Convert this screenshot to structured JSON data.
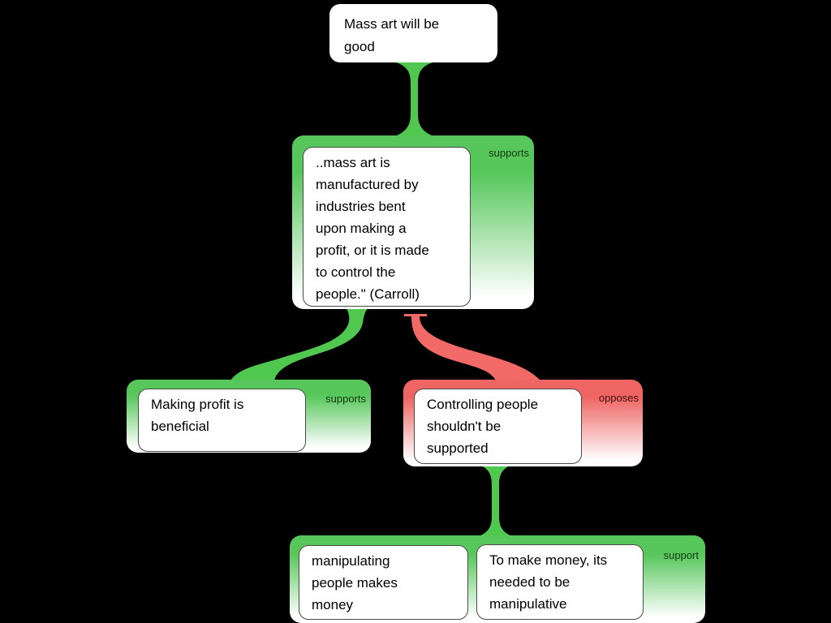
{
  "colors": {
    "background": "#000000",
    "green": "#57c75c",
    "green_connector": "#50c850",
    "red": "#ee6563",
    "red_connector": "#f26a68",
    "label_green": "#16380f",
    "label_red": "#431010",
    "box_border": "#4a4a4a"
  },
  "diagram": {
    "root": {
      "text": "Mass art will be\ngood"
    },
    "children": [
      {
        "relation": "supports",
        "node": {
          "text": "..mass art is\nmanufactured by\nindustries bent\nupon making a\nprofit, or it is made\nto control the\npeople.\" (Carroll)"
        },
        "children": [
          {
            "relation": "supports",
            "node": {
              "text": "Making profit is\nbeneficial"
            }
          },
          {
            "relation": "opposes",
            "node": {
              "text": "Controlling people\nshouldn't be\nsupported"
            },
            "children": [
              {
                "relation": "support",
                "nodes": [
                  {
                    "text": "manipulating\npeople makes\nmoney"
                  },
                  {
                    "text": "To make money, its\nneeded to be\nmanipulative"
                  }
                ]
              }
            ]
          }
        ]
      }
    ]
  }
}
